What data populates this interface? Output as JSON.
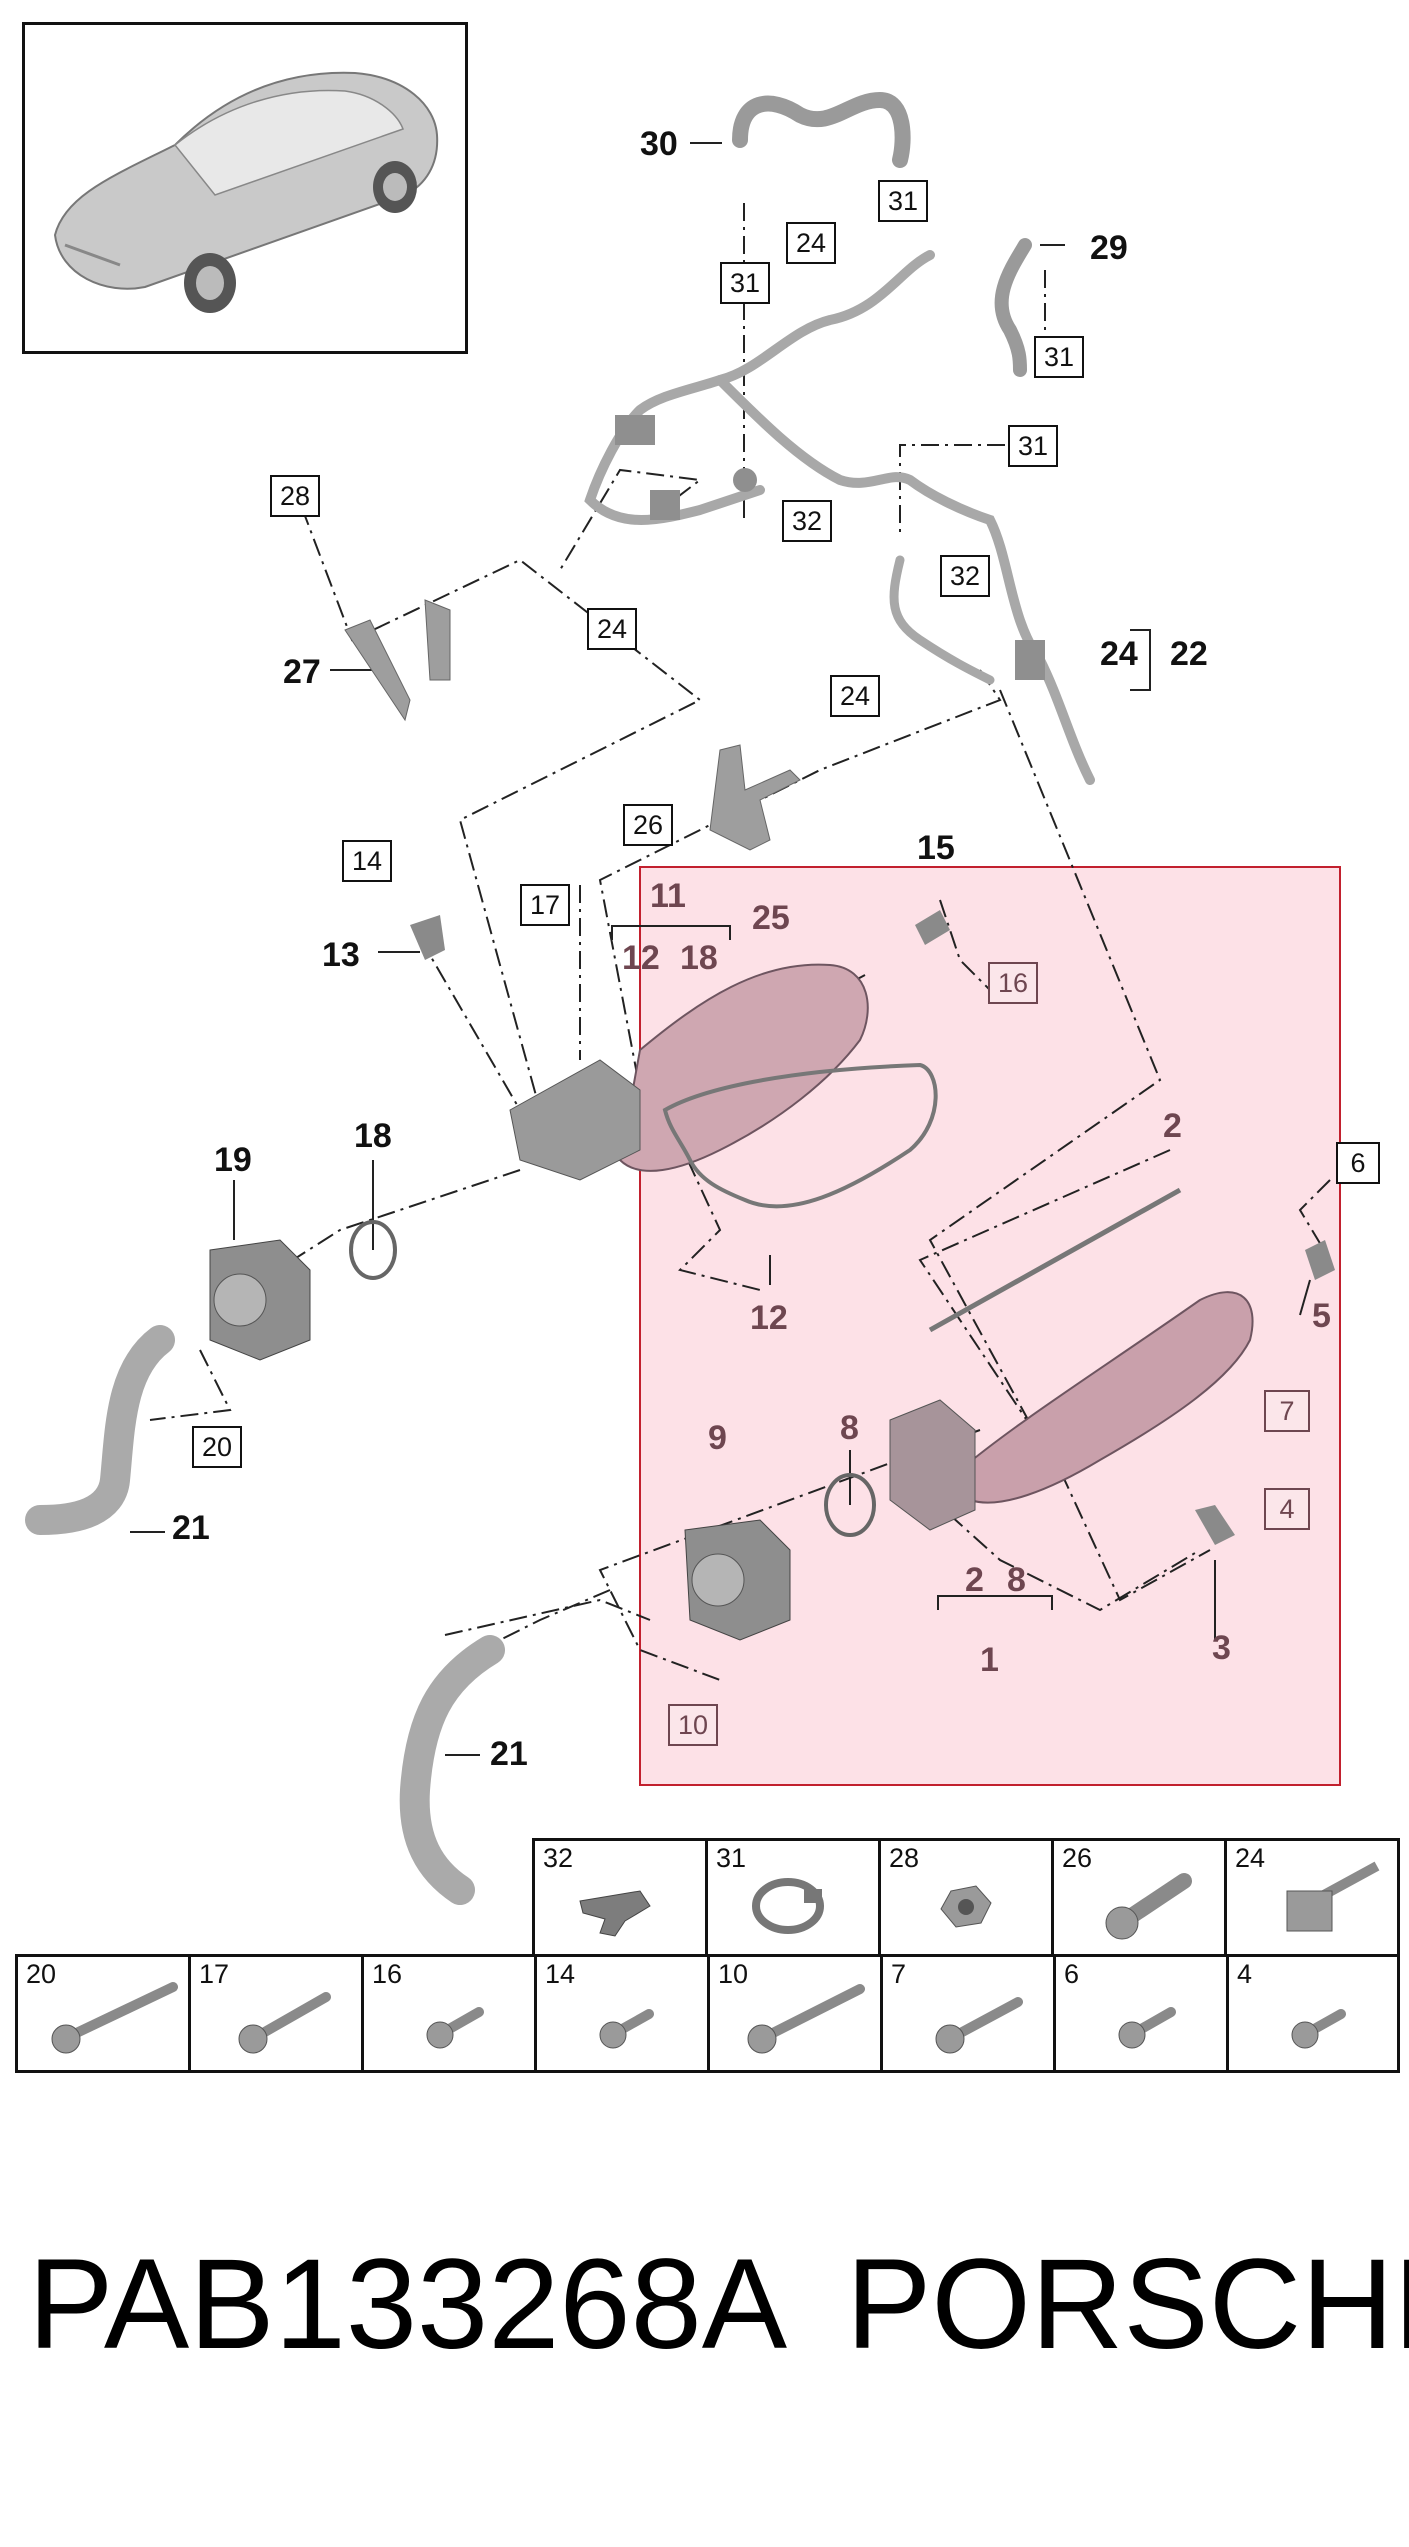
{
  "callouts": {
    "c30": "30",
    "c29": "29",
    "c27": "27",
    "c22": "22",
    "c24_22": "24",
    "c13": "13",
    "c11": "11",
    "c12a": "12",
    "c18a": "18",
    "c25": "25",
    "c15": "15",
    "c19": "19",
    "c18": "18",
    "c12": "12",
    "c2": "2",
    "c5": "5",
    "c9": "9",
    "c8": "8",
    "c2b": "2",
    "c8b": "8",
    "c1": "1",
    "c3": "3",
    "c21a": "21",
    "c21b": "21"
  },
  "boxed": {
    "b31a": "31",
    "b24a": "24",
    "b31b": "31",
    "b31c": "31",
    "b28": "28",
    "b32a": "32",
    "b24b": "24",
    "b32b": "32",
    "b24c": "24",
    "b26": "26",
    "b14": "14",
    "b17": "17",
    "b16": "16",
    "b6": "6",
    "b7": "7",
    "b4": "4",
    "b20": "20",
    "b10": "10"
  },
  "legend_top": [
    "32",
    "31",
    "28",
    "26",
    "24"
  ],
  "legend_bottom": [
    "20",
    "17",
    "16",
    "14",
    "10",
    "7",
    "6",
    "4"
  ],
  "footer": {
    "part_number": "PAB133268A",
    "brand": "PORSCHE"
  },
  "colors": {
    "highlight_fill": "#fcd6df",
    "highlight_border": "#c2202e",
    "highlight_text": "#6e4650",
    "part_gray": "#a9a9a9"
  }
}
